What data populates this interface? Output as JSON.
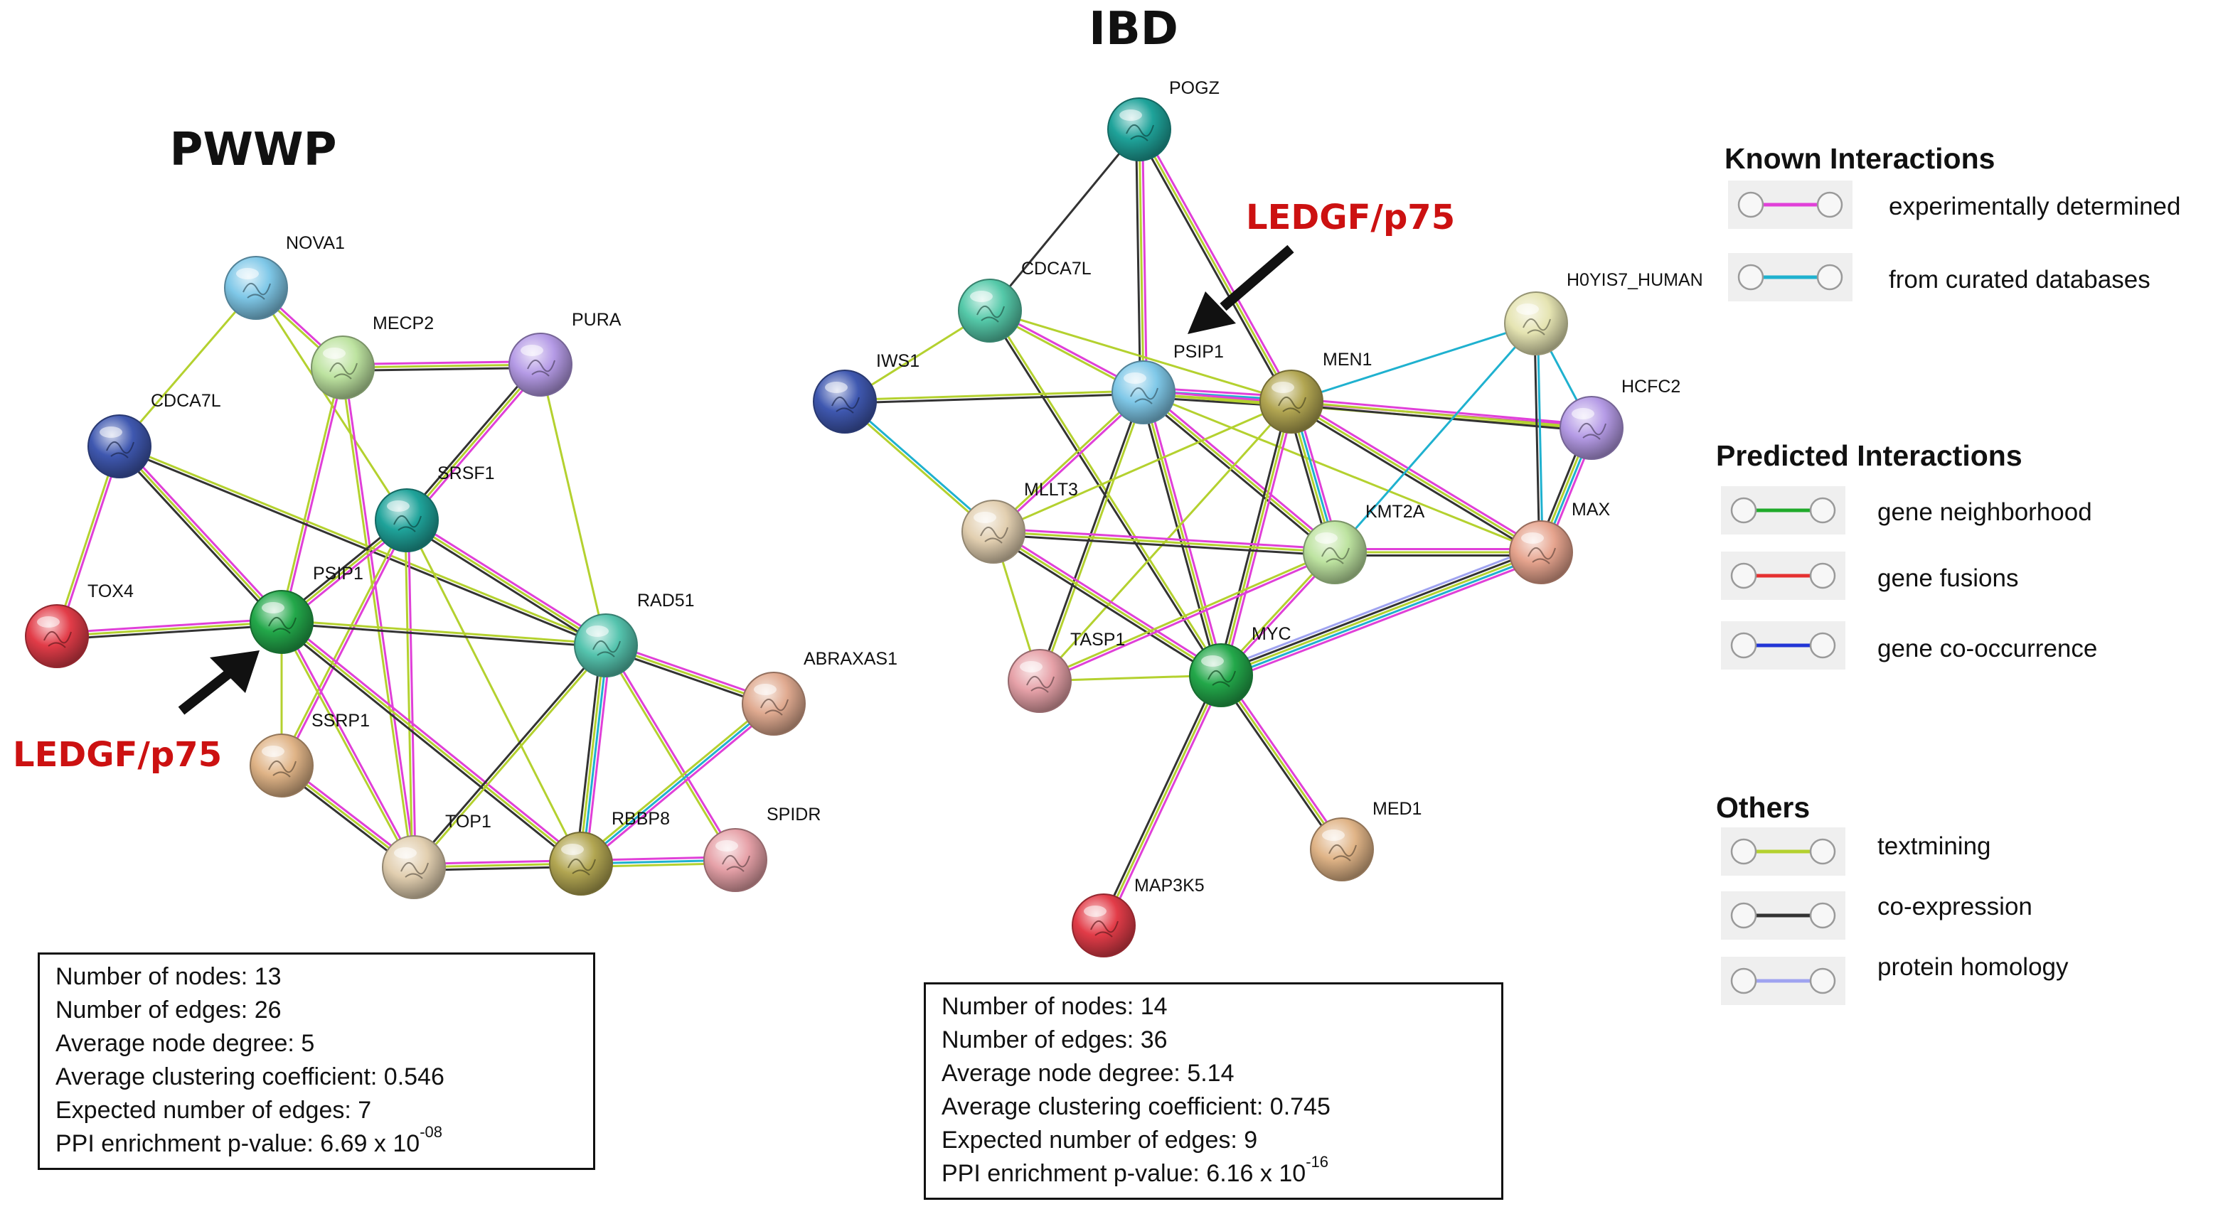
{
  "pwwp": {
    "title": "PWWP",
    "arrow_label": "LEDGF/p75",
    "nodes": [
      {
        "id": "NOVA1",
        "label": "NOVA1",
        "color": "#7fc8e8"
      },
      {
        "id": "MECP2",
        "label": "MECP2",
        "color": "#bde3a0"
      },
      {
        "id": "PURA",
        "label": "PURA",
        "color": "#b59be6"
      },
      {
        "id": "CDCA7L",
        "label": "CDCA7L",
        "color": "#3f58b0"
      },
      {
        "id": "SRSF1",
        "label": "SRSF1",
        "color": "#1fa39a"
      },
      {
        "id": "TOX4",
        "label": "TOX4",
        "color": "#e23c48"
      },
      {
        "id": "PSIP1",
        "label": "PSIP1",
        "color": "#23a84a"
      },
      {
        "id": "RAD51",
        "label": "RAD51",
        "color": "#55c4ae"
      },
      {
        "id": "ABRAXAS1",
        "label": "ABRAXAS1",
        "color": "#e0aa90"
      },
      {
        "id": "SSRP1",
        "label": "SSRP1",
        "color": "#e0b487"
      },
      {
        "id": "TOP1",
        "label": "TOP1",
        "color": "#e2cfb0"
      },
      {
        "id": "RBBP8",
        "label": "RBBP8",
        "color": "#b2a652"
      },
      {
        "id": "SPIDR",
        "label": "SPIDR",
        "color": "#e6a1a8"
      }
    ],
    "edges": [
      {
        "from": "NOVA1",
        "to": "MECP2",
        "types": [
          "experimental",
          "textmining"
        ]
      },
      {
        "from": "NOVA1",
        "to": "CDCA7L",
        "types": [
          "textmining"
        ]
      },
      {
        "from": "NOVA1",
        "to": "SRSF1",
        "types": [
          "textmining"
        ]
      },
      {
        "from": "MECP2",
        "to": "PURA",
        "types": [
          "experimental",
          "textmining",
          "coexpression"
        ]
      },
      {
        "from": "MECP2",
        "to": "PSIP1",
        "types": [
          "experimental",
          "textmining"
        ]
      },
      {
        "from": "MECP2",
        "to": "TOP1",
        "types": [
          "experimental",
          "textmining"
        ]
      },
      {
        "from": "CDCA7L",
        "to": "TOX4",
        "types": [
          "experimental",
          "textmining"
        ]
      },
      {
        "from": "CDCA7L",
        "to": "PSIP1",
        "types": [
          "experimental",
          "textmining",
          "coexpression"
        ]
      },
      {
        "from": "CDCA7L",
        "to": "RAD51",
        "types": [
          "textmining",
          "coexpression"
        ]
      },
      {
        "from": "PURA",
        "to": "SRSF1",
        "types": [
          "experimental",
          "textmining",
          "coexpression"
        ]
      },
      {
        "from": "PURA",
        "to": "RAD51",
        "types": [
          "textmining"
        ]
      },
      {
        "from": "SRSF1",
        "to": "PSIP1",
        "types": [
          "experimental",
          "textmining",
          "coexpression"
        ]
      },
      {
        "from": "SRSF1",
        "to": "RAD51",
        "types": [
          "experimental",
          "textmining",
          "coexpression"
        ]
      },
      {
        "from": "SRSF1",
        "to": "SSRP1",
        "types": [
          "experimental",
          "textmining"
        ]
      },
      {
        "from": "SRSF1",
        "to": "TOP1",
        "types": [
          "experimental",
          "textmining"
        ]
      },
      {
        "from": "SRSF1",
        "to": "RBBP8",
        "types": [
          "textmining"
        ]
      },
      {
        "from": "TOX4",
        "to": "PSIP1",
        "types": [
          "experimental",
          "textmining",
          "coexpression"
        ]
      },
      {
        "from": "PSIP1",
        "to": "RAD51",
        "types": [
          "textmining",
          "coexpression"
        ]
      },
      {
        "from": "PSIP1",
        "to": "TOP1",
        "types": [
          "experimental",
          "textmining"
        ]
      },
      {
        "from": "PSIP1",
        "to": "RBBP8",
        "types": [
          "experimental",
          "textmining",
          "coexpression"
        ]
      },
      {
        "from": "PSIP1",
        "to": "SSRP1",
        "types": [
          "textmining"
        ]
      },
      {
        "from": "RAD51",
        "to": "ABRAXAS1",
        "types": [
          "experimental",
          "textmining",
          "coexpression"
        ]
      },
      {
        "from": "RAD51",
        "to": "RBBP8",
        "types": [
          "experimental",
          "curated",
          "textmining",
          "coexpression"
        ]
      },
      {
        "from": "RAD51",
        "to": "TOP1",
        "types": [
          "textmining",
          "coexpression"
        ]
      },
      {
        "from": "RAD51",
        "to": "SPIDR",
        "types": [
          "experimental",
          "textmining"
        ]
      },
      {
        "from": "ABRAXAS1",
        "to": "RBBP8",
        "types": [
          "experimental",
          "curated",
          "textmining"
        ]
      },
      {
        "from": "SSRP1",
        "to": "TOP1",
        "types": [
          "experimental",
          "textmining",
          "coexpression"
        ]
      },
      {
        "from": "TOP1",
        "to": "RBBP8",
        "types": [
          "experimental",
          "textmining",
          "coexpression"
        ]
      },
      {
        "from": "RBBP8",
        "to": "SPIDR",
        "types": [
          "experimental",
          "curated",
          "textmining"
        ]
      }
    ],
    "stats": {
      "nodes": "Number of nodes: 13",
      "edges": "Number of edges: 26",
      "degree": "Average node degree: 5",
      "clustering": "Average clustering coefficient: 0.546",
      "expected": "Expected number of edges: 7",
      "pvalue_prefix": "PPI enrichment p-value: 6.69 x 10",
      "pvalue_exp": "-08"
    }
  },
  "ibd": {
    "title": "IBD",
    "arrow_label": "LEDGF/p75",
    "nodes": [
      {
        "id": "POGZ",
        "label": "POGZ",
        "color": "#1fa39a"
      },
      {
        "id": "CDCA7L",
        "label": "CDCA7L",
        "color": "#55c9a9"
      },
      {
        "id": "IWS1",
        "label": "IWS1",
        "color": "#3f58b0"
      },
      {
        "id": "PSIP1",
        "label": "PSIP1",
        "color": "#7fc8e8"
      },
      {
        "id": "MEN1",
        "label": "MEN1",
        "color": "#b2a652"
      },
      {
        "id": "H0YIS7_HUMAN",
        "label": "H0YIS7_HUMAN",
        "color": "#e5e4b2"
      },
      {
        "id": "HCFC2",
        "label": "HCFC2",
        "color": "#b59be6"
      },
      {
        "id": "MLLT3",
        "label": "MLLT3",
        "color": "#e2cfb0"
      },
      {
        "id": "KMT2A",
        "label": "KMT2A",
        "color": "#bde3a0"
      },
      {
        "id": "MAX",
        "label": "MAX",
        "color": "#e6a48e"
      },
      {
        "id": "TASP1",
        "label": "TASP1",
        "color": "#e6a1a8"
      },
      {
        "id": "MYC",
        "label": "MYC",
        "color": "#23a84a"
      },
      {
        "id": "MED1",
        "label": "MED1",
        "color": "#e0b487"
      },
      {
        "id": "MAP3K5",
        "label": "MAP3K5",
        "color": "#e23c48"
      }
    ],
    "edges": [
      {
        "from": "POGZ",
        "to": "CDCA7L",
        "types": [
          "coexpression"
        ]
      },
      {
        "from": "POGZ",
        "to": "PSIP1",
        "types": [
          "experimental",
          "textmining",
          "coexpression"
        ]
      },
      {
        "from": "POGZ",
        "to": "MEN1",
        "types": [
          "experimental",
          "textmining",
          "coexpression"
        ]
      },
      {
        "from": "CDCA7L",
        "to": "IWS1",
        "types": [
          "textmining"
        ]
      },
      {
        "from": "CDCA7L",
        "to": "PSIP1",
        "types": [
          "experimental",
          "textmining"
        ]
      },
      {
        "from": "CDCA7L",
        "to": "MEN1",
        "types": [
          "textmining"
        ]
      },
      {
        "from": "CDCA7L",
        "to": "MYC",
        "types": [
          "textmining",
          "coexpression"
        ]
      },
      {
        "from": "IWS1",
        "to": "PSIP1",
        "types": [
          "textmining",
          "coexpression"
        ]
      },
      {
        "from": "IWS1",
        "to": "MLLT3",
        "types": [
          "curated",
          "textmining"
        ]
      },
      {
        "from": "PSIP1",
        "to": "MEN1",
        "types": [
          "experimental",
          "curated",
          "textmining",
          "coexpression"
        ]
      },
      {
        "from": "PSIP1",
        "to": "HCFC2",
        "types": [
          "experimental",
          "textmining"
        ]
      },
      {
        "from": "PSIP1",
        "to": "MLLT3",
        "types": [
          "experimental",
          "textmining"
        ]
      },
      {
        "from": "PSIP1",
        "to": "KMT2A",
        "types": [
          "experimental",
          "textmining",
          "coexpression"
        ]
      },
      {
        "from": "PSIP1",
        "to": "TASP1",
        "types": [
          "textmining",
          "coexpression"
        ]
      },
      {
        "from": "PSIP1",
        "to": "MYC",
        "types": [
          "experimental",
          "textmining",
          "coexpression"
        ]
      },
      {
        "from": "PSIP1",
        "to": "MAX",
        "types": [
          "textmining"
        ]
      },
      {
        "from": "MEN1",
        "to": "H0YIS7_HUMAN",
        "types": [
          "curated"
        ]
      },
      {
        "from": "MEN1",
        "to": "HCFC2",
        "types": [
          "experimental",
          "textmining",
          "coexpression"
        ]
      },
      {
        "from": "MEN1",
        "to": "MLLT3",
        "types": [
          "textmining"
        ]
      },
      {
        "from": "MEN1",
        "to": "KMT2A",
        "types": [
          "experimental",
          "curated",
          "textmining",
          "coexpression"
        ]
      },
      {
        "from": "MEN1",
        "to": "MAX",
        "types": [
          "experimental",
          "textmining",
          "coexpression"
        ]
      },
      {
        "from": "MEN1",
        "to": "MYC",
        "types": [
          "experimental",
          "textmining",
          "coexpression"
        ]
      },
      {
        "from": "MEN1",
        "to": "TASP1",
        "types": [
          "textmining"
        ]
      },
      {
        "from": "H0YIS7_HUMAN",
        "to": "HCFC2",
        "types": [
          "curated"
        ]
      },
      {
        "from": "H0YIS7_HUMAN",
        "to": "KMT2A",
        "types": [
          "curated"
        ]
      },
      {
        "from": "H0YIS7_HUMAN",
        "to": "MAX",
        "types": [
          "curated",
          "coexpression"
        ]
      },
      {
        "from": "HCFC2",
        "to": "MAX",
        "types": [
          "experimental",
          "curated",
          "textmining",
          "coexpression"
        ]
      },
      {
        "from": "MLLT3",
        "to": "KMT2A",
        "types": [
          "experimental",
          "textmining",
          "coexpression"
        ]
      },
      {
        "from": "MLLT3",
        "to": "TASP1",
        "types": [
          "textmining"
        ]
      },
      {
        "from": "MLLT3",
        "to": "MYC",
        "types": [
          "experimental",
          "textmining",
          "coexpression"
        ]
      },
      {
        "from": "KMT2A",
        "to": "MAX",
        "types": [
          "experimental",
          "textmining",
          "coexpression"
        ]
      },
      {
        "from": "KMT2A",
        "to": "TASP1",
        "types": [
          "experimental",
          "textmining"
        ]
      },
      {
        "from": "KMT2A",
        "to": "MYC",
        "types": [
          "experimental",
          "textmining"
        ]
      },
      {
        "from": "MAX",
        "to": "MYC",
        "types": [
          "experimental",
          "curated",
          "textmining",
          "coexpression",
          "homology"
        ]
      },
      {
        "from": "MYC",
        "to": "MED1",
        "types": [
          "experimental",
          "textmining",
          "coexpression"
        ]
      },
      {
        "from": "MYC",
        "to": "MAP3K5",
        "types": [
          "experimental",
          "textmining",
          "coexpression"
        ]
      },
      {
        "from": "MYC",
        "to": "TASP1",
        "types": [
          "textmining"
        ]
      }
    ],
    "stats": {
      "nodes": "Number of nodes: 14",
      "edges": "Number of edges: 36",
      "degree": "Average node degree: 5.14",
      "clustering": "Average clustering coefficient: 0.745",
      "expected": "Expected number of edges: 9",
      "pvalue_prefix": "PPI enrichment p-value: 6.16 x 10",
      "pvalue_exp": "-16"
    }
  },
  "legend": {
    "known_title": "Known Interactions",
    "predicted_title": "Predicted Interactions",
    "others_title": "Others",
    "items": [
      {
        "key": "experimental",
        "label": "experimentally determined",
        "color": "#e040d8"
      },
      {
        "key": "curated",
        "label": "from curated databases",
        "color": "#1fb1cf"
      },
      {
        "key": "neighborhood",
        "label": "gene neighborhood",
        "color": "#1faa2a"
      },
      {
        "key": "fusion",
        "label": "gene fusions",
        "color": "#e53030"
      },
      {
        "key": "cooccurrence",
        "label": "gene co-occurrence",
        "color": "#2235d6"
      },
      {
        "key": "textmining",
        "label": "textmining",
        "color": "#b4d12f"
      },
      {
        "key": "coexpression",
        "label": "co-expression",
        "color": "#333333"
      },
      {
        "key": "homology",
        "label": "protein homology",
        "color": "#9fa3f0"
      }
    ]
  }
}
